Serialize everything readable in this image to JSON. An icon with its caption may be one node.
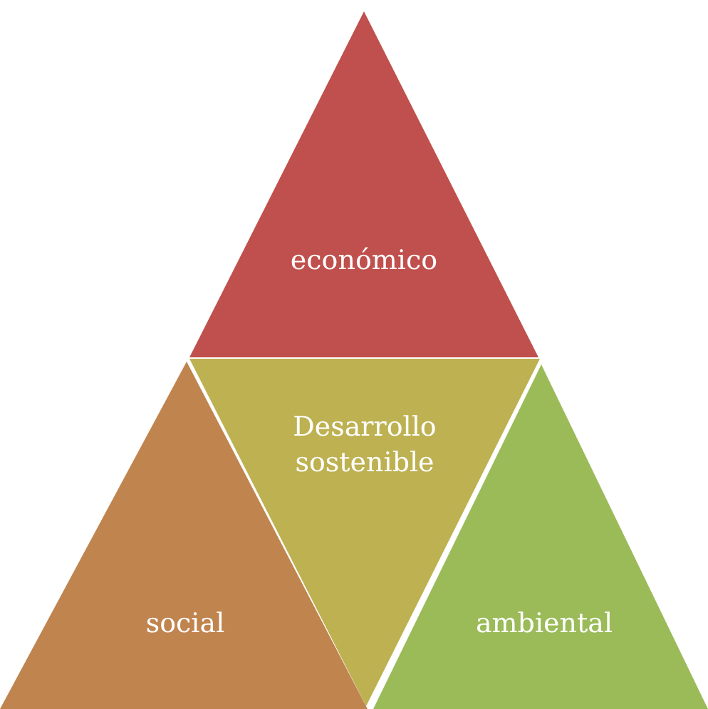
{
  "diagram": {
    "nodes": [
      {
        "text": [
          "económico"
        ]
      },
      {
        "text": [
          "Desarrollo sostenible"
        ]
      },
      {
        "text": [
          "social"
        ]
      },
      {
        "text": [
          "ambiental"
        ]
      }
    ]
  }
}
